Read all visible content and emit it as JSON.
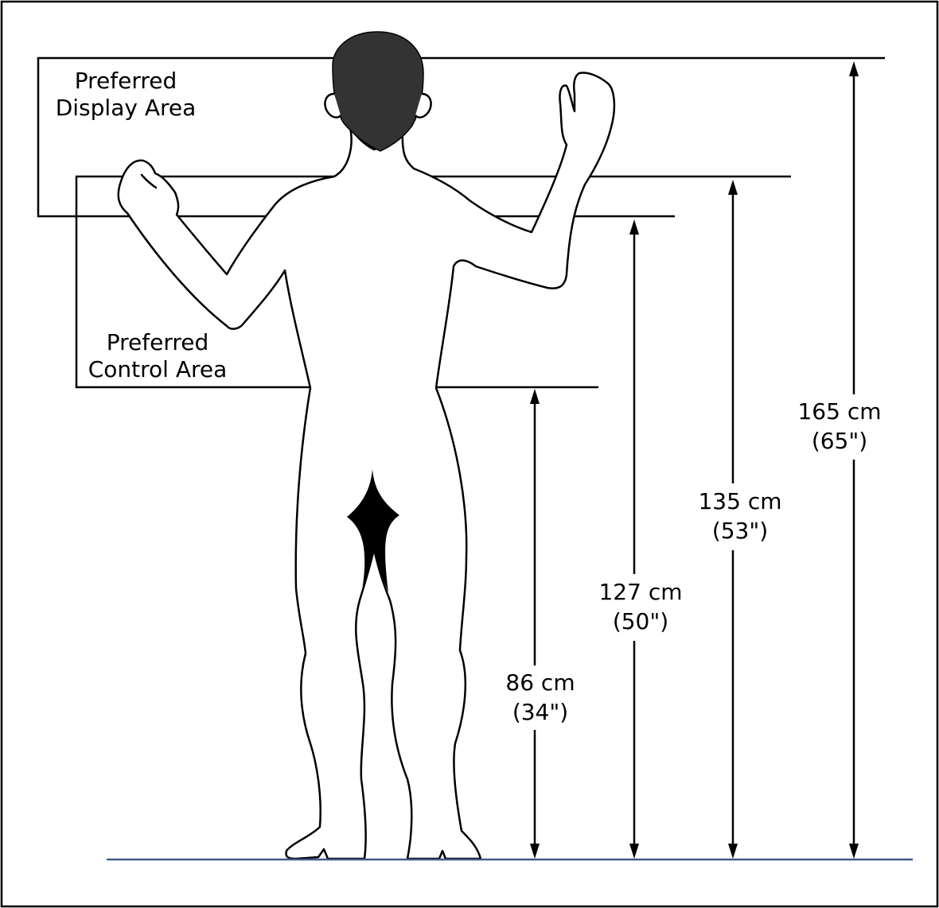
{
  "display_area": {
    "label_line1": "Preferred",
    "label_line2": "Display Area"
  },
  "control_area": {
    "label_line1": "Preferred",
    "label_line2": "Control Area"
  },
  "dimensions": [
    {
      "id": "dim-86",
      "metric": "86 cm",
      "imperial": "(34\")"
    },
    {
      "id": "dim-127",
      "metric": "127 cm",
      "imperial": "(50\")"
    },
    {
      "id": "dim-135",
      "metric": "135 cm",
      "imperial": "(53\")"
    },
    {
      "id": "dim-165",
      "metric": "165 cm",
      "imperial": "(65\")"
    }
  ],
  "colors": {
    "border": "#000000",
    "floor": "#3f5a8c",
    "hair": "#333333",
    "figure_fill": "#ffffff"
  }
}
